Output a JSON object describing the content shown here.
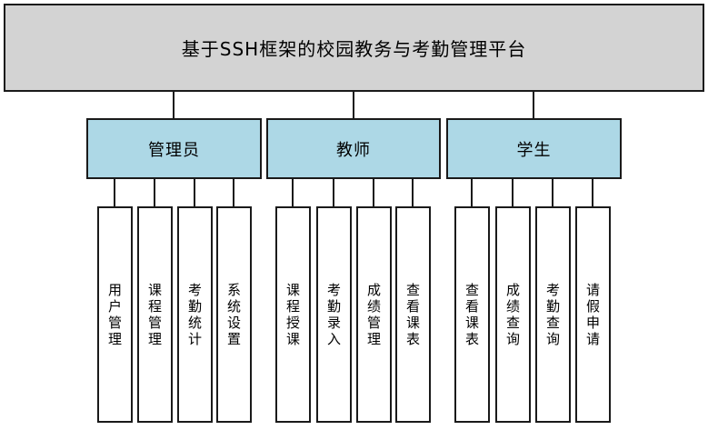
{
  "title": "基于SSH框架的校园教务与考勤管理平台",
  "colors": {
    "top-fill": "#d3d3d3",
    "role-fill": "#add8e6",
    "leaf-fill": "#ffffff",
    "border": "#1a1a1a"
  },
  "roles": [
    {
      "label": "管理员",
      "functions": [
        "用户管理",
        "课程管理",
        "考勤统计",
        "系统设置"
      ]
    },
    {
      "label": "教师",
      "functions": [
        "课程授课",
        "考勤录入",
        "成绩管理",
        "查看课表"
      ]
    },
    {
      "label": "学生",
      "functions": [
        "查看课表",
        "成绩查询",
        "考勤查询",
        "请假申请"
      ]
    }
  ]
}
